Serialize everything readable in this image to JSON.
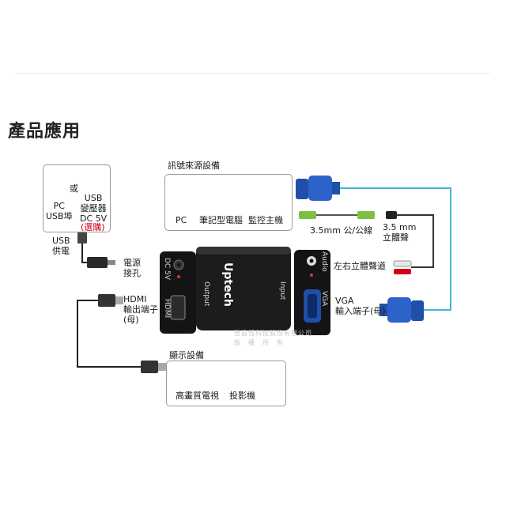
{
  "page": {
    "title": "產品應用"
  },
  "power": {
    "or": "或",
    "pc_label": "PC\nUSB埠",
    "adapter_label": "USB\n變壓器\nDC 5V",
    "adapter_note": "(選購)",
    "usb_power": "USB\n供電",
    "power_jack": "電源\n接孔"
  },
  "hdmi": {
    "label": "HDMI\n輸出端子\n(母)"
  },
  "source": {
    "title": "訊號來源設備",
    "items": [
      "PC",
      "筆記型電腦",
      "監控主機"
    ]
  },
  "display": {
    "title": "顯示設備",
    "items": [
      "高畫質電視",
      "投影機"
    ]
  },
  "audio": {
    "cable_35": "3.5mm 公/公線",
    "stereo_35": "3.5 mm\n立體聲",
    "lr_audio": "左右立體聲道"
  },
  "vga": {
    "label": "VGA\n輸入端子(母)"
  },
  "device": {
    "brand": "Uptech",
    "left_port": "DC 5V",
    "hdmi_port": "HDMI",
    "output": "Output",
    "input": "Input",
    "vga_port": "VGA",
    "audio_port": "Audio"
  },
  "watermark": {
    "line1": "登昌恆科技股份有限公司",
    "line2": "版　權　所　有"
  },
  "colors": {
    "cable_cyan": "#3fb8d8",
    "vga_blue": "#1f4fa8",
    "audio_green": "#7bc043",
    "rca_red": "#d0021b"
  }
}
